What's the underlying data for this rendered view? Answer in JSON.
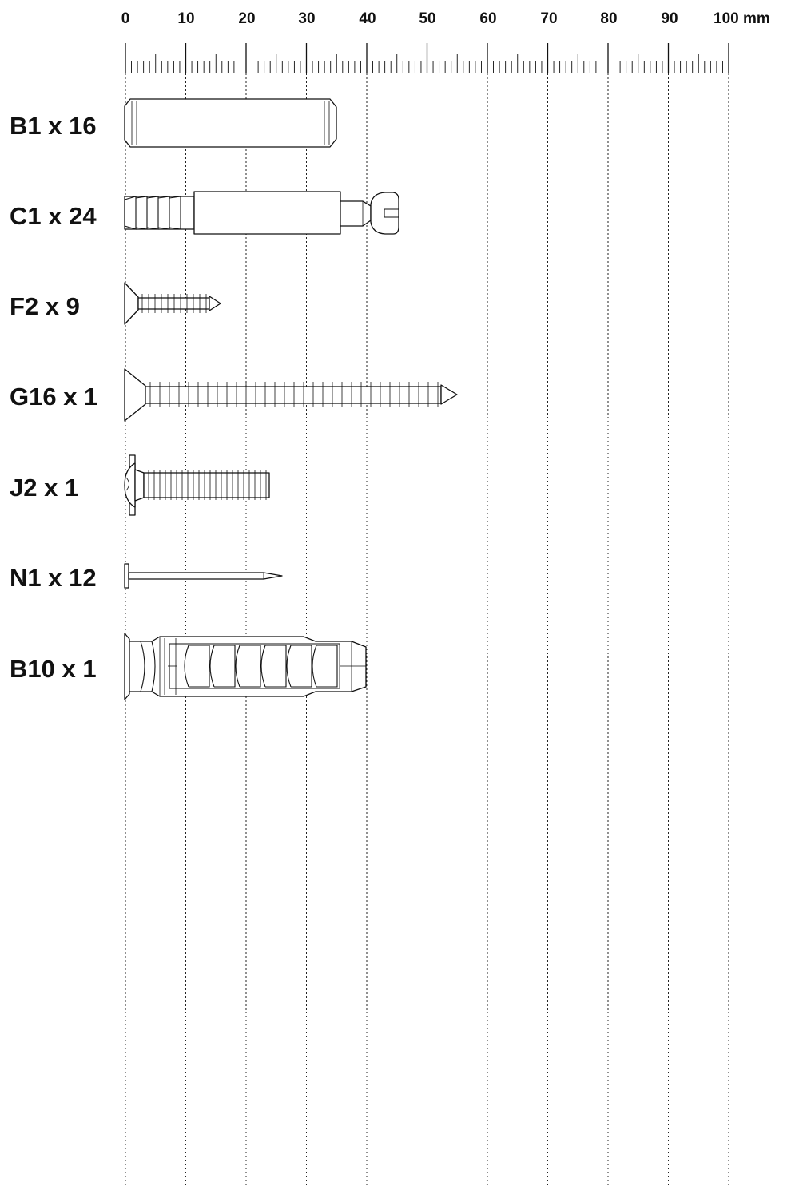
{
  "ruler": {
    "labels": [
      "0",
      "10",
      "20",
      "30",
      "40",
      "50",
      "60",
      "70",
      "80",
      "90",
      "100 mm"
    ],
    "max_mm": 100,
    "minor_step_mm": 1
  },
  "parts": [
    {
      "code": "B1",
      "qty": "16",
      "label": "B1 x 16",
      "drawing": "dowel-pin",
      "length_mm": 35
    },
    {
      "code": "C1",
      "qty": "24",
      "label": "C1 x 24",
      "drawing": "cam-bolt",
      "length_mm": 45
    },
    {
      "code": "F2",
      "qty": "9",
      "label": "F2 x 9",
      "drawing": "countersunk-screw",
      "length_mm": 16
    },
    {
      "code": "G16",
      "qty": "1",
      "label": "G16 x 1",
      "drawing": "countersunk-screw",
      "length_mm": 55
    },
    {
      "code": "J2",
      "qty": "1",
      "label": "J2 x 1",
      "drawing": "pan-head-bolt",
      "length_mm": 24
    },
    {
      "code": "N1",
      "qty": "12",
      "label": "N1 x 12",
      "drawing": "nail",
      "length_mm": 26
    },
    {
      "code": "B10",
      "qty": "1",
      "label": "B10 x 1",
      "drawing": "wall-plug",
      "length_mm": 40
    }
  ]
}
